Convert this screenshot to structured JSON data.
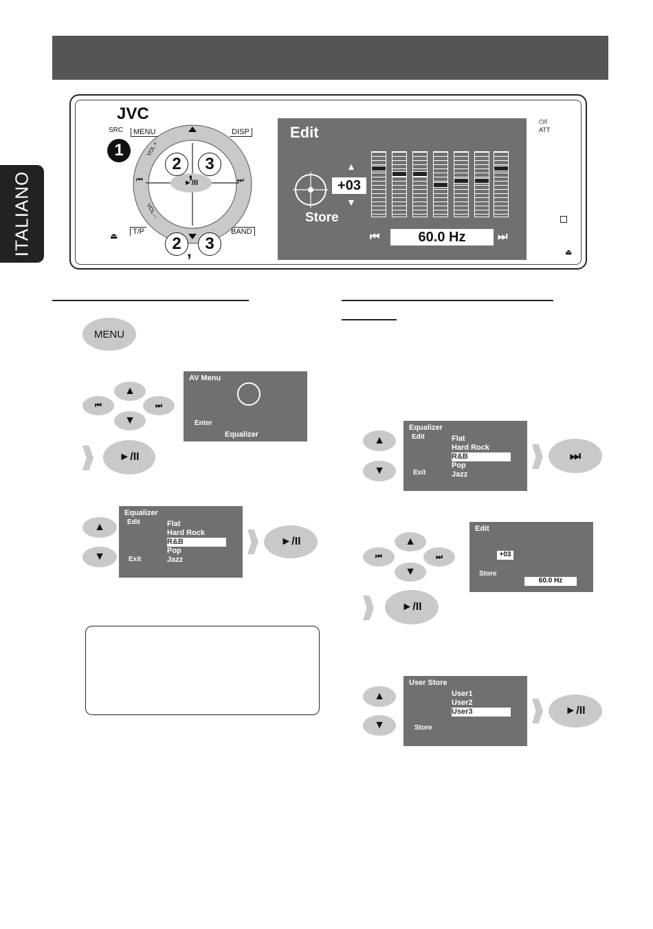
{
  "side_tab": {
    "label": "ITALIANO"
  },
  "unit": {
    "brand": "JVC",
    "keys": {
      "src": "SRC",
      "menu": "MENU",
      "disp": "DISP",
      "tp": "T/P",
      "band": "BAND",
      "power": "⏻/I",
      "att": "ATT",
      "vol_up": "VOL +",
      "vol_down": "VOL –",
      "play": "►/II"
    },
    "steps": {
      "one": "1",
      "two": "2",
      "three": "3",
      "comma": ","
    },
    "screen": {
      "title": "Edit",
      "value": "+03",
      "store": "Store",
      "freq": "60.0 Hz"
    }
  },
  "left": {
    "menu_button": "MENU",
    "play_button": "►/II",
    "av_menu": {
      "title": "AV Menu",
      "enter": "Enter",
      "caption": "Equalizer"
    },
    "equalizer": {
      "title": "Equalizer",
      "edit": "Edit",
      "exit": "Exit",
      "items": [
        "Flat",
        "Hard Rock",
        "R&B",
        "Pop",
        "Jazz"
      ],
      "selected": 2
    }
  },
  "right": {
    "equalizer": {
      "title": "Equalizer",
      "edit": "Edit",
      "exit": "Exit",
      "items": [
        "Flat",
        "Hard Rock",
        "R&B",
        "Pop",
        "Jazz"
      ],
      "selected": 2
    },
    "edit_screen": {
      "title": "Edit",
      "value": "+03",
      "store": "Store",
      "freq": "60.0 Hz"
    },
    "user_store": {
      "title": "User Store",
      "store": "Store",
      "items": [
        "User1",
        "User2",
        "User3"
      ],
      "selected": 2
    },
    "play_button": "►/II"
  },
  "colors": {
    "screen": "#707070",
    "button": "#c9c9c9",
    "header": "#555555"
  }
}
